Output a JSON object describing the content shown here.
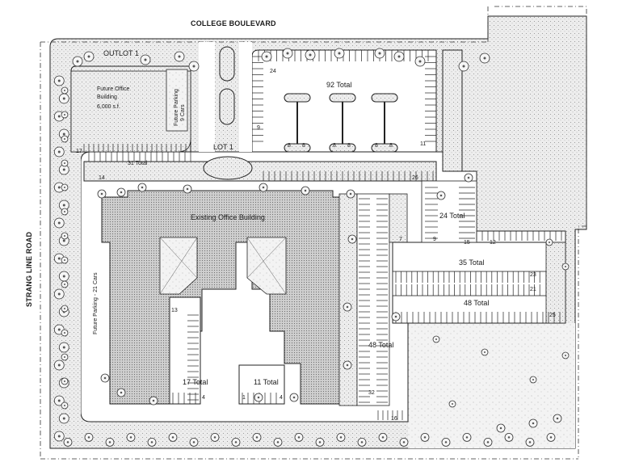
{
  "roads": {
    "north": "COLLEGE BOULEVARD",
    "west": "STRANG LINE ROAD"
  },
  "lots": {
    "outlot": "OUTLOT 1",
    "lot": "LOT 1"
  },
  "buildings": {
    "future_office_line1": "Future Office",
    "future_office_line2": "Building",
    "future_office_area": "6,000 s.f.",
    "future_parking_north_line1": "Future Parking",
    "future_parking_north_line2": "9 Cars",
    "existing_office": "Existing Office Building",
    "future_parking_west": "Future Parking - 21 Cars"
  },
  "parking_totals": {
    "north_lot": "92 Total",
    "front_row": "31 Total",
    "east_strip": "24 Total",
    "east_lot_north": "35 Total",
    "east_lot_south": "48 Total",
    "center_strip": "48 Total",
    "court_west": "17 Total",
    "court_east": "11 Total"
  },
  "stall_counts": {
    "outlot_17": "17",
    "front_14": "14",
    "front_26": "26",
    "north_24": "24",
    "north_8a": "8",
    "north_8b": "8",
    "north_8c": "8",
    "north_8d": "8",
    "north_8e": "8",
    "north_8f": "8",
    "north_11": "11",
    "north_9": "9",
    "east_7": "7",
    "east_9": "9",
    "east_15": "15",
    "east_12": "12",
    "east_23": "23",
    "east_21": "21",
    "east_25": "25",
    "court_13": "13",
    "court_4": "4",
    "court_1": "1",
    "court_4b": "4",
    "center_32": "32",
    "bottom_16": "16"
  },
  "colors": {
    "line": "#222222",
    "landscape": "#e9e9e9",
    "building": "#c9c9c9",
    "pavement": "#ffffff",
    "tree": "#f4f4f4"
  }
}
